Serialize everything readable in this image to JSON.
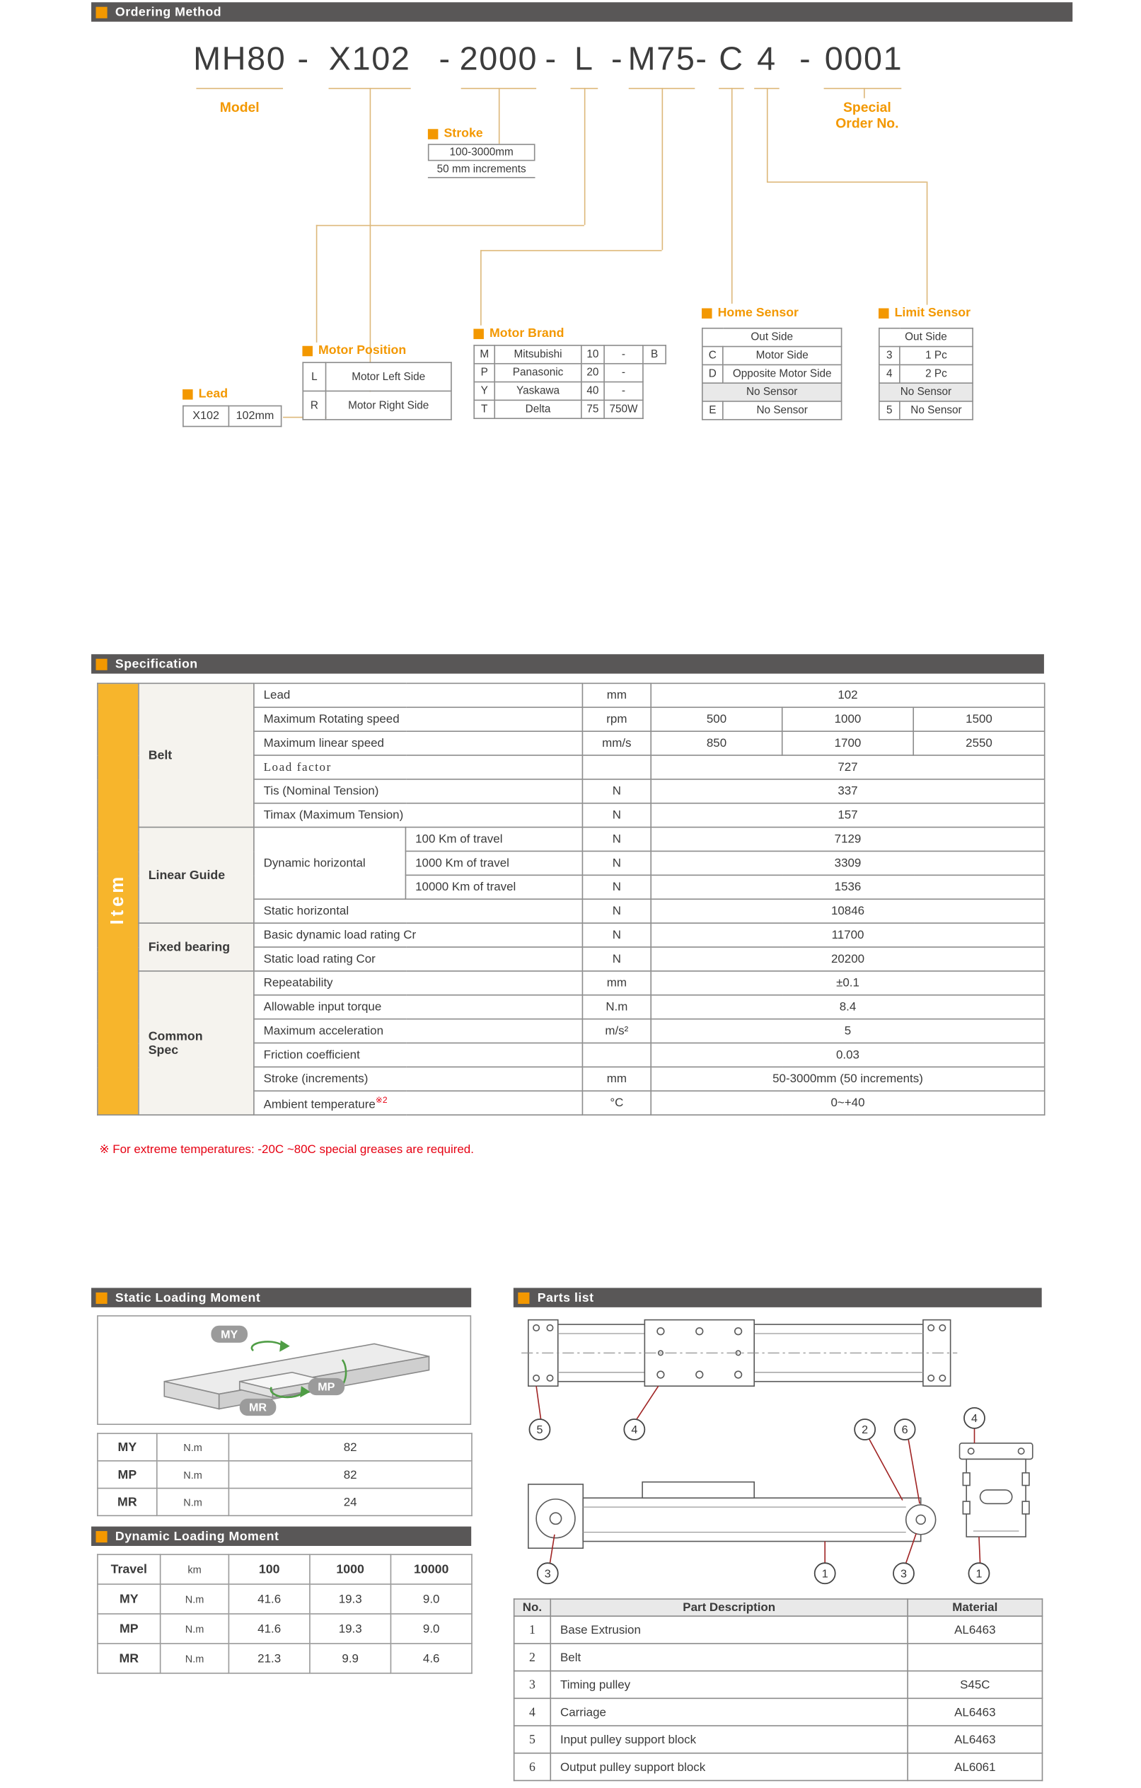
{
  "colors": {
    "accent_orange": "#F39800",
    "item_band_orange": "#F7B52C",
    "header_bar_gray": "#595757",
    "connector_tan": "#DDB87A",
    "note_red": "#E60012",
    "leader_red": "#A02424",
    "moment_arrow_green": "#4F9D45",
    "table_border": "#8C8C8C"
  },
  "ordering": {
    "title": "Ordering Method",
    "model": {
      "series": "MH80",
      "dash": "-",
      "lead": "X102",
      "stroke": "2000",
      "position": "L",
      "motor": "M75",
      "home": "C",
      "limit": "4",
      "order": "0001"
    },
    "model_label": "Model",
    "special_label_line1": "Special",
    "special_label_line2": "Order No.",
    "stroke": {
      "label": "Stroke",
      "range": "100-3000mm",
      "increment": "50 mm increments"
    },
    "lead": {
      "label": "Lead",
      "code": "X102",
      "value": "102mm"
    },
    "motor_position": {
      "label": "Motor Position",
      "rows": [
        {
          "code": "L",
          "desc": "Motor Left Side"
        },
        {
          "code": "R",
          "desc": "Motor Right Side"
        }
      ]
    },
    "motor_brand": {
      "label": "Motor Brand",
      "rows": [
        {
          "code": "M",
          "brand": "Mitsubishi",
          "power": "10",
          "watt": "-",
          "opt": "B"
        },
        {
          "code": "P",
          "brand": "Panasonic",
          "power": "20",
          "watt": "-",
          "opt": ""
        },
        {
          "code": "Y",
          "brand": "Yaskawa",
          "power": "40",
          "watt": "-",
          "opt": ""
        },
        {
          "code": "T",
          "brand": "Delta",
          "power": "75",
          "watt": "750W",
          "opt": ""
        }
      ]
    },
    "home_sensor": {
      "label": "Home Sensor",
      "header": "Out Side",
      "rows": [
        {
          "code": "C",
          "desc": "Motor Side"
        },
        {
          "code": "D",
          "desc": "Opposite Motor Side"
        },
        {
          "code": "",
          "desc": "No Sensor"
        },
        {
          "code": "E",
          "desc": "No Sensor"
        }
      ]
    },
    "limit_sensor": {
      "label": "Limit Sensor",
      "header": "Out Side",
      "rows": [
        {
          "code": "3",
          "desc": "1 Pc"
        },
        {
          "code": "4",
          "desc": "2 Pc"
        },
        {
          "code": "",
          "desc": "No Sensor"
        },
        {
          "code": "5",
          "desc": "No Sensor"
        }
      ]
    }
  },
  "spec": {
    "title": "Specification",
    "item_label": "Item",
    "groups": {
      "belt": "Belt",
      "linear_guide": "Linear Guide",
      "fixed_bearing": "Fixed bearing",
      "common_1": "Common",
      "common_2": "Spec"
    },
    "rows": {
      "lead": {
        "property": "Lead",
        "unit": "mm",
        "value": "102"
      },
      "max_rotating": {
        "property": "Maximum Rotating speed",
        "unit": "rpm",
        "v1": "500",
        "v2": "1000",
        "v3": "1500"
      },
      "max_linear": {
        "property": "Maximum linear speed",
        "unit": "mm/s",
        "v1": "850",
        "v2": "1700",
        "v3": "2550"
      },
      "load_factor": {
        "property": "Load factor",
        "unit": "",
        "value": "727"
      },
      "tis": {
        "property": "Tis (Nominal Tension)",
        "unit": "N",
        "value": "337"
      },
      "timax": {
        "property": "Timax (Maximum Tension)",
        "unit": "N",
        "value": "157"
      },
      "dynamic_label": "Dynamic horizontal",
      "dyn_100": {
        "property": "100 Km of travel",
        "unit": "N",
        "value": "7129"
      },
      "dyn_1000": {
        "property": "1000 Km of travel",
        "unit": "N",
        "value": "3309"
      },
      "dyn_10000": {
        "property": "10000 Km of travel",
        "unit": "N",
        "value": "1536"
      },
      "static_horizontal": {
        "property": "Static horizontal",
        "unit": "N",
        "value": "10846"
      },
      "cr": {
        "property": "Basic dynamic load rating Cr",
        "unit": "N",
        "value": "11700"
      },
      "cor": {
        "property": "Static load rating Cor",
        "unit": "N",
        "value": "20200"
      },
      "repeatability": {
        "property": "Repeatability",
        "unit": "mm",
        "value": "±0.1"
      },
      "torque": {
        "property": "Allowable input torque",
        "unit": "N.m",
        "value": "8.4"
      },
      "acceleration": {
        "property": "Maximum acceleration",
        "unit": "m/s²",
        "value": "5"
      },
      "friction": {
        "property": "Friction coefficient",
        "unit": "",
        "value": "0.03"
      },
      "stroke": {
        "property": "Stroke (increments)",
        "unit": "mm",
        "value": "50-3000mm (50 increments)"
      },
      "ambient": {
        "property": "Ambient temperature",
        "sup": "※2",
        "unit": "°C",
        "value": "0~+40"
      }
    },
    "note": "※ For extreme temperatures: -20C ~80C special greases are required."
  },
  "static_moment": {
    "title": "Static Loading Moment",
    "diagram_labels": [
      "MY",
      "MP",
      "MR"
    ],
    "rows": [
      {
        "label": "MY",
        "unit": "N.m",
        "value": "82"
      },
      {
        "label": "MP",
        "unit": "N.m",
        "value": "82"
      },
      {
        "label": "MR",
        "unit": "N.m",
        "value": "24"
      }
    ]
  },
  "dynamic_moment": {
    "title": "Dynamic Loading Moment",
    "header": {
      "label": "Travel",
      "unit": "km",
      "cols": [
        "100",
        "1000",
        "10000"
      ]
    },
    "rows": [
      {
        "label": "MY",
        "unit": "N.m",
        "values": [
          "41.6",
          "19.3",
          "9.0"
        ]
      },
      {
        "label": "MP",
        "unit": "N.m",
        "values": [
          "41.6",
          "19.3",
          "9.0"
        ]
      },
      {
        "label": "MR",
        "unit": "N.m",
        "values": [
          "21.3",
          "9.9",
          "4.6"
        ]
      }
    ]
  },
  "parts": {
    "title": "Parts list",
    "callouts": {
      "top": [
        "5",
        "4",
        "2",
        "6",
        "4"
      ],
      "bottom": [
        "3",
        "1",
        "3",
        "1"
      ]
    },
    "table": {
      "headers": [
        "No.",
        "Part Description",
        "Material"
      ],
      "rows": [
        {
          "no": "1",
          "desc": "Base Extrusion",
          "mat": "AL6463"
        },
        {
          "no": "2",
          "desc": "Belt",
          "mat": ""
        },
        {
          "no": "3",
          "desc": "Timing pulley",
          "mat": "S45C"
        },
        {
          "no": "4",
          "desc": "Carriage",
          "mat": "AL6463"
        },
        {
          "no": "5",
          "desc": "Input pulley support block",
          "mat": "AL6463"
        },
        {
          "no": "6",
          "desc": "Output pulley support block",
          "mat": "AL6061"
        }
      ]
    }
  }
}
